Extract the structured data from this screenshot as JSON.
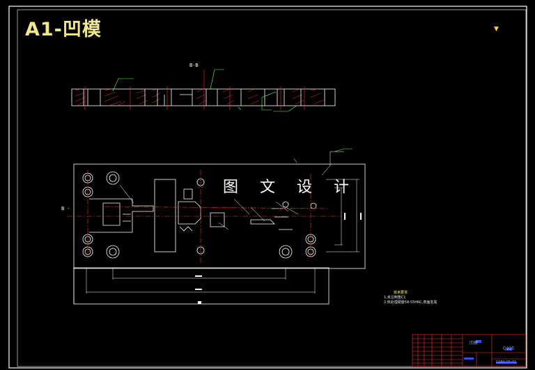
{
  "drawing": {
    "title": "A1-凹模",
    "section_label": "B-B",
    "section_mark": "B -",
    "watermark": "图 文 设 计",
    "tech_requirements": {
      "heading": "技术要求",
      "item_1": "1.未注倒角C1",
      "item_2": "2.热处理硬度58-55HRC,表面发黑"
    },
    "title_block": {
      "left_cell": "凹模",
      "right_cell": "Q235",
      "drawing_no": "CLB0-05-01"
    }
  },
  "colors": {
    "background": "#000000",
    "border": "#ffffff",
    "outline": "#ffffff",
    "centerline": "#ff3030",
    "dimension": "#66ff66",
    "hatch": "#ff3030",
    "title_text": "#f0e890",
    "title_block": "#ff3030"
  }
}
